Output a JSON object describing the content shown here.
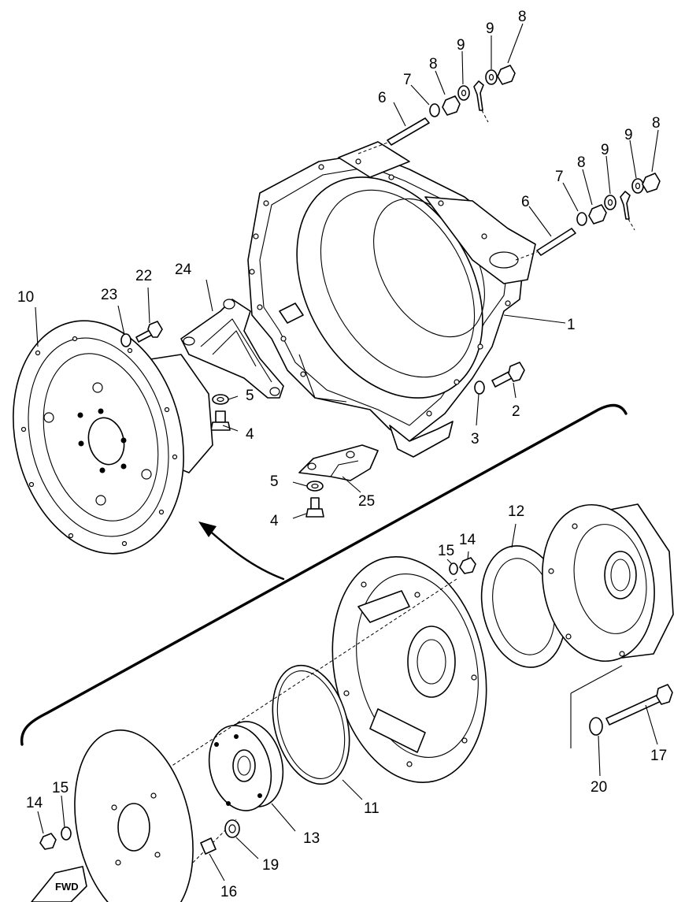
{
  "diagram": {
    "callouts": {
      "c1": "1",
      "c2": "2",
      "c3": "3",
      "c4a": "4",
      "c4b": "4",
      "c5a": "5",
      "c5b": "5",
      "c6a": "6",
      "c6b": "6",
      "c7a": "7",
      "c7b": "7",
      "c8a": "8",
      "c8b": "8",
      "c8c": "8",
      "c8d": "8",
      "c9a": "9",
      "c9b": "9",
      "c9c": "9",
      "c9d": "9",
      "c10": "10",
      "c11": "11",
      "c12": "12",
      "c13": "13",
      "c14a": "14",
      "c14b": "14",
      "c15a": "15",
      "c15b": "15",
      "c16": "16",
      "c17": "17",
      "c19": "19",
      "c20": "20",
      "c22": "22",
      "c23": "23",
      "c24": "24",
      "c25": "25"
    },
    "fwd_label": "FWD"
  }
}
